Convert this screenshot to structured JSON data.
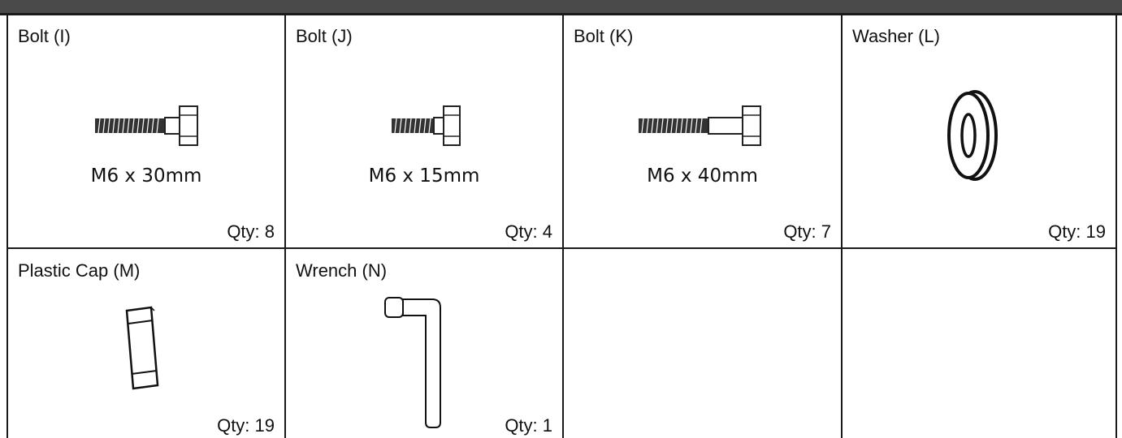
{
  "parts": [
    {
      "name": "Bolt (I)",
      "size": "M6 x 30mm",
      "qty": "Qty: 8",
      "icon": "bolt-icon"
    },
    {
      "name": "Bolt (J)",
      "size": "M6 x 15mm",
      "qty": "Qty: 4",
      "icon": "bolt-icon"
    },
    {
      "name": "Bolt (K)",
      "size": "M6 x 40mm",
      "qty": "Qty: 7",
      "icon": "bolt-icon"
    },
    {
      "name": "Washer (L)",
      "qty": "Qty: 19",
      "icon": "washer-icon"
    },
    {
      "name": "Plastic Cap (M)",
      "qty": "Qty: 19",
      "icon": "plastic-cap-icon"
    },
    {
      "name": "Wrench (N)",
      "qty": "Qty: 1",
      "icon": "wrench-icon"
    }
  ]
}
